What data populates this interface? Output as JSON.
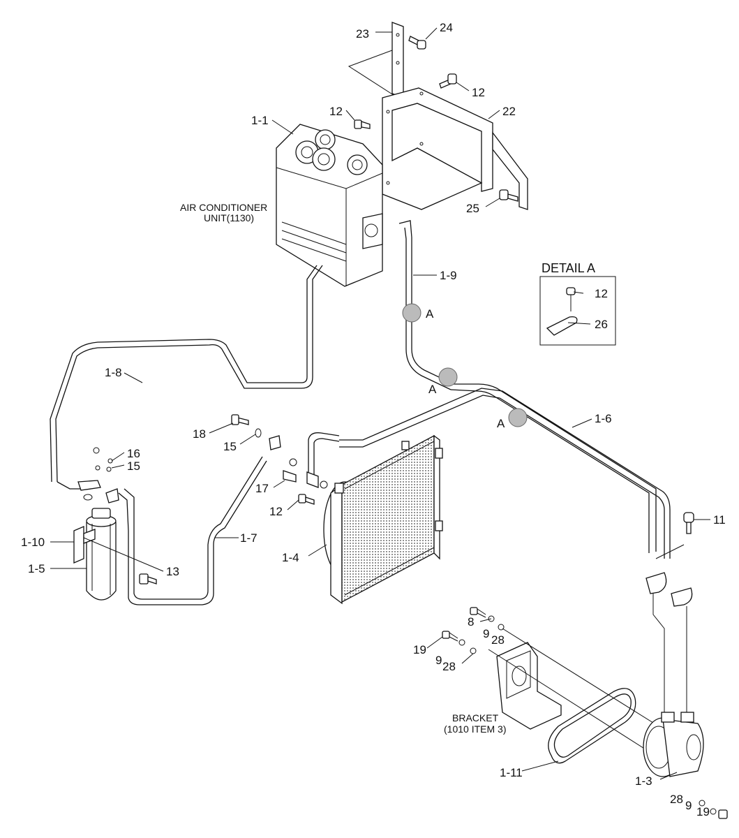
{
  "callouts": {
    "c23": "23",
    "c24": "24",
    "c12a": "12",
    "c12b": "12",
    "c22": "22",
    "c1_1": "1-1",
    "c25": "25",
    "c1_9": "1-9",
    "c1_8": "1-8",
    "c1_6": "1-6",
    "c18": "18",
    "c15a": "15",
    "c16": "16",
    "c15b": "15",
    "c17": "17",
    "c12c": "12",
    "c1_10": "1-10",
    "c1_5": "1-5",
    "c1_7": "1-7",
    "c13": "13",
    "c1_4": "1-4",
    "c11": "11",
    "c8": "8",
    "c9a": "9",
    "c28a": "28",
    "c19a": "19",
    "c9b": "9",
    "c28b": "28",
    "c1_11": "1-11",
    "c1_3": "1-3",
    "c28c": "28",
    "c9c": "9",
    "c19b": "19"
  },
  "markers": {
    "a1": "A",
    "a2": "A",
    "a3": "A"
  },
  "unit_label": {
    "line1": "AIR CONDITIONER",
    "line2": "UNIT(1130)"
  },
  "bracket_label": {
    "line1": "BRACKET",
    "line2": "(1010 ITEM 3)"
  },
  "detail": {
    "title": "DETAIL  A",
    "c12": "12",
    "c26": "26"
  }
}
